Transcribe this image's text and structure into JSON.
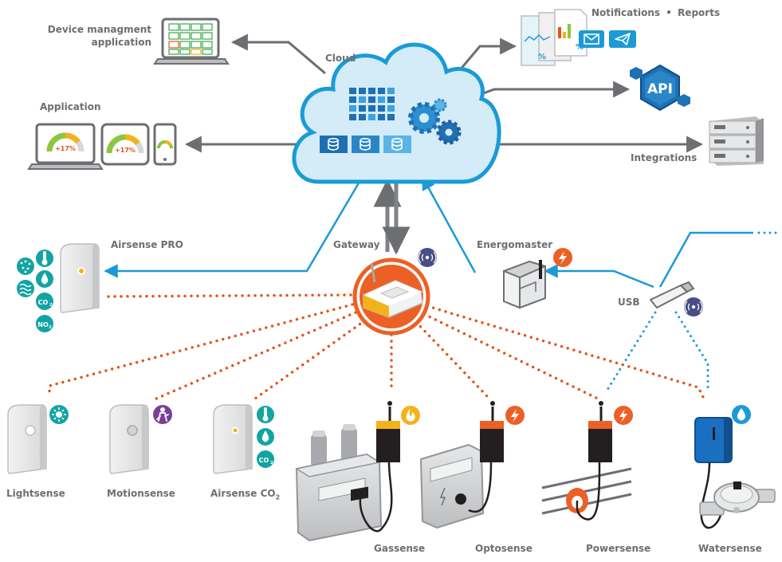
{
  "labels": {
    "device_management": "Device managment application",
    "application": "Application",
    "cloud": "Cloud",
    "notifications": "Notifications",
    "bullet": "•",
    "reports": "Reports",
    "api": "API",
    "integrations": "Integrations",
    "airsense_pro": "Airsense PRO",
    "gateway": "Gateway",
    "energomaster": "Energomaster",
    "usb": "USB",
    "lightsense": "Lightsense",
    "motionsense": "Motionsense",
    "airsense_co2": "Airsense CO",
    "airsense_co2_sub": "2",
    "gassense": "Gassense",
    "optosense": "Optosense",
    "powersense": "Powersense",
    "watersense": "Watersense"
  },
  "badges": {
    "co2": "CO",
    "co2_sub": "2",
    "no2": "NO",
    "no2_sub": "2"
  },
  "gauge_value": "+17%",
  "colors": {
    "cloud_fill": "#d3ecf8",
    "cloud_stroke": "#1a9bd7",
    "blue_line": "#1b9ad6",
    "gray_line": "#6d6e71",
    "orange_dot": "#e2561a",
    "teal_badge": "#12a4a3",
    "orange_badge": "#ec6025",
    "purple_badge": "#7b3f98",
    "yellow_badge": "#f4b21a",
    "navy_badge": "#474d86",
    "water_badge": "#1b9ad6"
  },
  "icons": {
    "cloud": "cloud-icon",
    "database": "database-icon",
    "gear": "gear-icon",
    "wireless": "wireless-icon",
    "power": "lightning-icon",
    "flame": "flame-icon",
    "drop": "water-drop-icon",
    "thermometer": "thermometer-icon",
    "sun": "sun-icon",
    "person": "person-icon",
    "mail": "mail-icon",
    "paper_plane": "paper-plane-icon",
    "server": "server-rack-icon"
  }
}
